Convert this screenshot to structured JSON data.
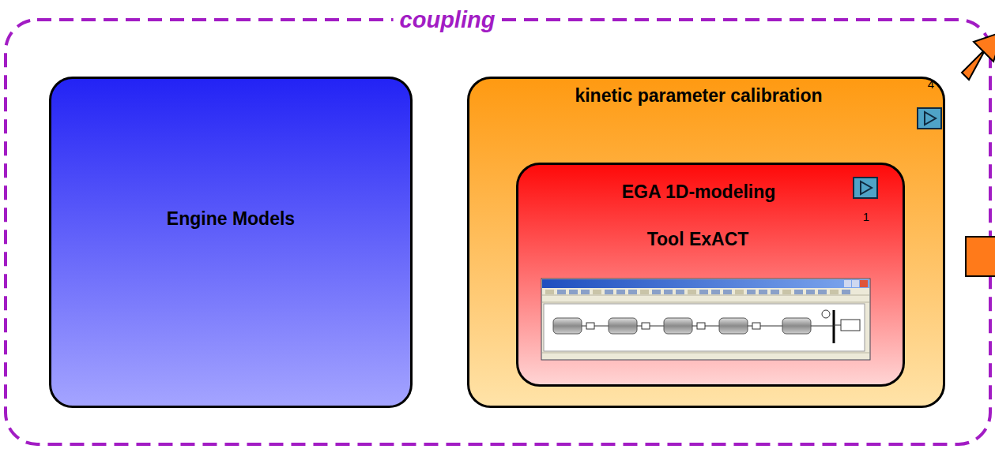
{
  "diagram": {
    "nodes": [
      {
        "text": [
          "coupling"
        ]
      },
      {
        "text": [
          "Engine Models"
        ],
        "in": 0
      },
      {
        "text": [
          "kinetic parameter calibration",
          "4"
        ],
        "in": 0
      },
      {
        "text": [
          "EGA 1D-modeling",
          "Tool ExACT",
          "1"
        ],
        "in": 2
      }
    ]
  }
}
